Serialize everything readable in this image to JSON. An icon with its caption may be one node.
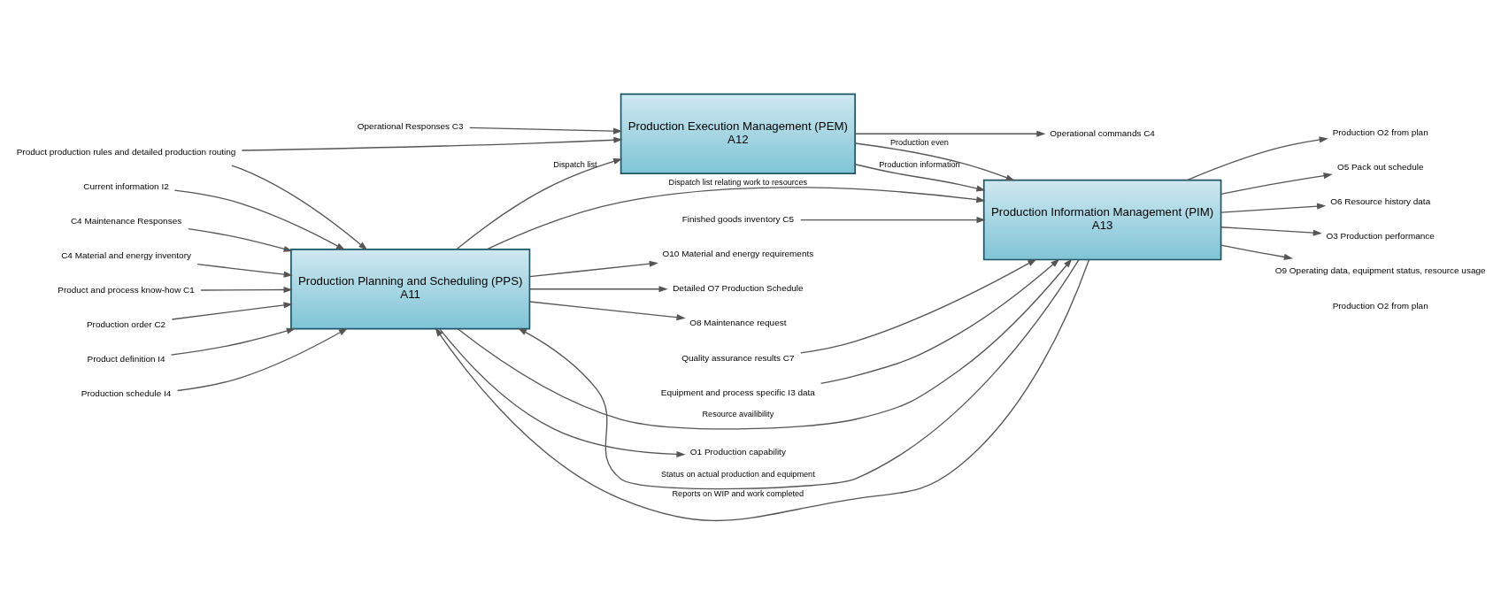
{
  "diagram": {
    "nodes": [
      {
        "text": [
          "Production Planning and Scheduling (PPS)",
          "A11"
        ]
      },
      {
        "text": [
          "Production Execution Management (PEM)",
          "A12"
        ]
      },
      {
        "text": [
          "Production Information Management (PIM)",
          "A13"
        ]
      },
      {
        "text": [
          "C4 Maintenance Responses"
        ]
      },
      {
        "text": [
          "C4 Material and energy inventory"
        ]
      },
      {
        "text": [
          "Product and process know-how C1"
        ]
      },
      {
        "text": [
          "Production order C2"
        ]
      },
      {
        "text": [
          "Product definition I4"
        ]
      },
      {
        "text": [
          "Production schedule I4"
        ]
      },
      {
        "text": [
          "Current information I2"
        ]
      },
      {
        "text": [
          "Product production rules and detailed production routing"
        ]
      },
      {
        "text": [
          "O1 Production capability"
        ]
      },
      {
        "text": [
          "O10 Material and energy requirements"
        ]
      },
      {
        "text": [
          "Detailed O7 Production Schedule"
        ]
      },
      {
        "text": [
          "O8 Maintenance request"
        ]
      },
      {
        "text": [
          "Operational Responses C3"
        ]
      },
      {
        "text": [
          "Operational commands C4"
        ]
      },
      {
        "text": [
          "Finished goods inventory C5"
        ]
      },
      {
        "text": [
          "Quality assurance results C7"
        ]
      },
      {
        "text": [
          "Equipment and process specific I3 data"
        ]
      },
      {
        "text": [
          "Production O2 from plan"
        ]
      },
      {
        "text": [
          "O5 Pack out schedule"
        ]
      },
      {
        "text": [
          "O6 Resource history data"
        ]
      },
      {
        "text": [
          "O3 Production performance"
        ]
      },
      {
        "text": [
          "O9 Operating data, equipment status, resource usage"
        ]
      }
    ],
    "edges": [
      {
        "from": 7,
        "to": 0,
        "arrow": "to"
      },
      {
        "from": 6,
        "to": 0,
        "arrow": "to"
      },
      {
        "from": 5,
        "to": 0,
        "arrow": "to"
      },
      {
        "from": 3,
        "to": 0,
        "arrow": "to"
      },
      {
        "from": 4,
        "to": 0,
        "arrow": "to"
      },
      {
        "from": 10,
        "to": 0,
        "arrow": "to"
      },
      {
        "from": 2,
        "to": 0,
        "arrow": "to",
        "label": "Status on actual production and equipment"
      },
      {
        "from": 2,
        "to": 0,
        "arrow": "to",
        "label": "Reports on WIP and work completed"
      },
      {
        "from": 8,
        "to": 0,
        "arrow": "to"
      },
      {
        "from": 9,
        "to": 0,
        "arrow": "to"
      },
      {
        "from": 0,
        "to": 11,
        "arrow": "to"
      },
      {
        "from": 0,
        "to": 12,
        "arrow": "to"
      },
      {
        "from": 0,
        "to": 13,
        "arrow": "to"
      },
      {
        "from": 0,
        "to": 14,
        "arrow": "to"
      },
      {
        "from": 0,
        "to": 2,
        "arrow": "to",
        "label": "Dispatch list relating work to resources"
      },
      {
        "from": 0,
        "to": 1,
        "arrow": "to",
        "label": "Dispatch list"
      },
      {
        "from": 0,
        "to": 2,
        "arrow": "to",
        "label": "Resource availibility"
      },
      {
        "from": 10,
        "to": 1,
        "arrow": "to"
      },
      {
        "from": 15,
        "to": 1,
        "arrow": "to"
      },
      {
        "from": 1,
        "to": 16,
        "arrow": "to"
      },
      {
        "from": 1,
        "to": 2,
        "arrow": "to",
        "label": "Production information"
      },
      {
        "from": 1,
        "to": 2,
        "arrow": "to",
        "label": "Production even"
      },
      {
        "from": 17,
        "to": 2,
        "arrow": "to"
      },
      {
        "from": 18,
        "to": 2,
        "arrow": "to"
      },
      {
        "from": 19,
        "to": 2,
        "arrow": "to"
      },
      {
        "from": 2,
        "to": 20,
        "arrow": "to"
      },
      {
        "from": 2,
        "to": 21,
        "arrow": "to"
      },
      {
        "from": 2,
        "to": 22,
        "arrow": "to"
      },
      {
        "from": 2,
        "to": 23,
        "arrow": "to"
      },
      {
        "from": 2,
        "to": 24,
        "arrow": "to"
      }
    ],
    "labels": [
      "Production O2 from plan"
    ]
  }
}
